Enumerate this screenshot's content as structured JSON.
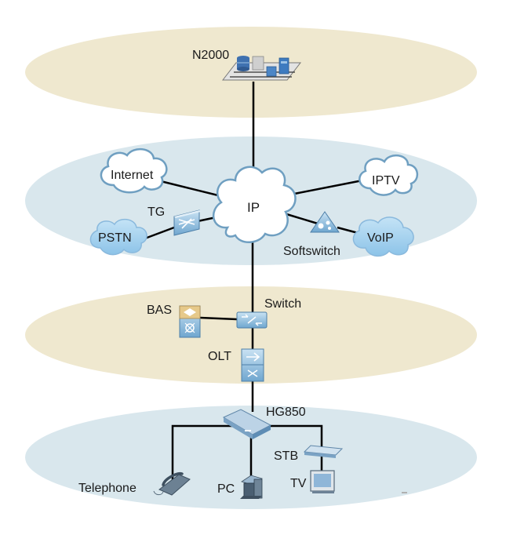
{
  "labels": {
    "n2000": "N2000",
    "internet": "Internet",
    "iptv": "IPTV",
    "ip": "IP",
    "tg": "TG",
    "pstn": "PSTN",
    "voip": "VoIP",
    "softswitch": "Softswitch",
    "bas": "BAS",
    "switch": "Switch",
    "olt": "OLT",
    "hg850": "HG850",
    "stb": "STB",
    "tv": "TV",
    "telephone": "Telephone",
    "pc": "PC"
  },
  "colors": {
    "layer_beige": "#efe8cf",
    "layer_blue": "#d9e7ed",
    "cloud_white_fill": "#ffffff",
    "cloud_blue_fill": "#a9d3ee",
    "cloud_stroke": "#6f9fc1",
    "device_blue": "#8fbde0",
    "line": "#000000"
  }
}
